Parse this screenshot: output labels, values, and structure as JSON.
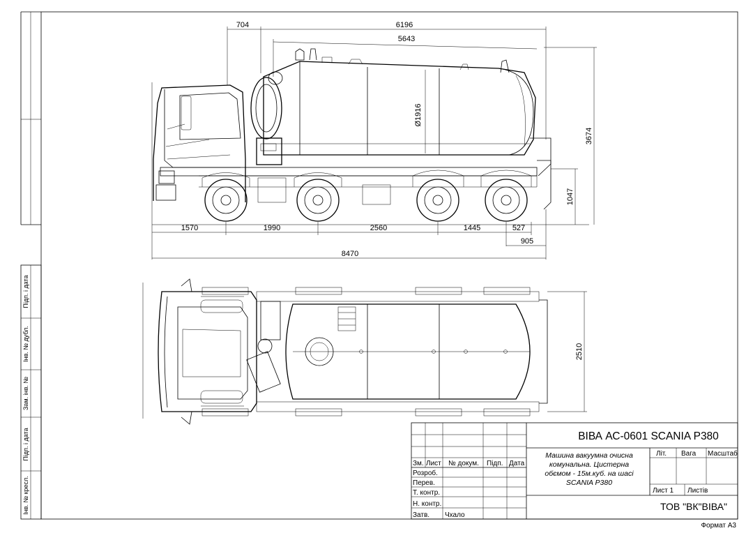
{
  "side_stamps": [
    "Підп. і дата",
    "Інв. № дубл.",
    "Зам. інв. №",
    "Підп. і дата",
    "Інв. № кресл."
  ],
  "dimensions": {
    "cab_overhang": "704",
    "overall_top": "6196",
    "tank_length": "5643",
    "tank_diameter": "Ø1916",
    "overall_height": "3674",
    "rear_height": "1047",
    "front_overhang": "1570",
    "wheelbase_1": "1990",
    "wheelbase_2": "2560",
    "wheelbase_3": "1445",
    "rear_overhang": "527",
    "rear_end": "905",
    "overall_length": "8470",
    "overall_width": "2510"
  },
  "title_block": {
    "product": "ВІВА АС-0601 SCANIA P380",
    "description": [
      "Машина вакуумна очисна",
      "комунальна. Цистерна",
      "обємом - 15м.куб. на шасі",
      "SCANIA P380"
    ],
    "columns": {
      "zm": "Зм.",
      "list": "Лист",
      "doc": "№ докум.",
      "sign": "Підп.",
      "date": "Дата"
    },
    "roles": [
      "Розроб.",
      "Перев.",
      "Т. контр.",
      "Н. контр.",
      "Затв."
    ],
    "approver": "Чхало",
    "lit": "Літ.",
    "mass": "Вага",
    "scale": "Масштаб",
    "sheet": "Лист 1",
    "sheets": "Листів",
    "company": "ТОВ \"ВК\"ВІВА\"",
    "format": "Формат А3"
  }
}
